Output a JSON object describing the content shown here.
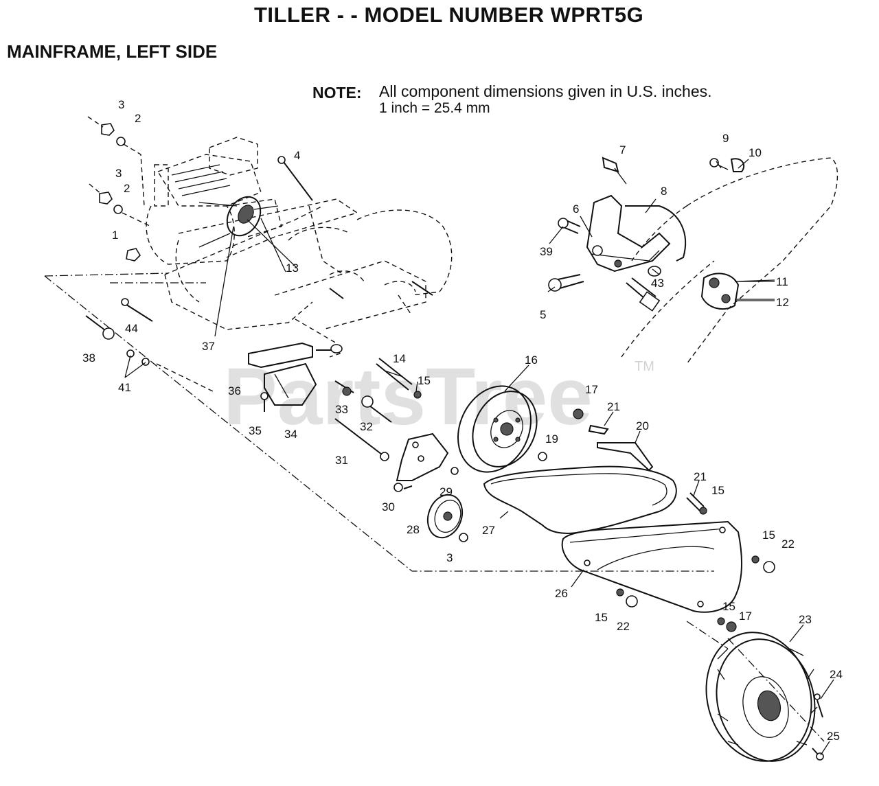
{
  "header": {
    "title": "TILLER - - MODEL NUMBER WPRT5G",
    "subtitle": "MAINFRAME, LEFT SIDE"
  },
  "note": {
    "label": "NOTE:",
    "line1": "All component dimensions given in U.S. inches.",
    "line2": "1 inch = 25.4 mm"
  },
  "watermark": {
    "text": "PartsTree",
    "tm": "TM"
  },
  "callouts": [
    {
      "id": "c3a",
      "text": "3"
    },
    {
      "id": "c2a",
      "text": "2"
    },
    {
      "id": "c3b",
      "text": "3"
    },
    {
      "id": "c2b",
      "text": "2"
    },
    {
      "id": "c4",
      "text": "4"
    },
    {
      "id": "c1",
      "text": "1"
    },
    {
      "id": "c13",
      "text": "13"
    },
    {
      "id": "c44",
      "text": "44"
    },
    {
      "id": "c38",
      "text": "38"
    },
    {
      "id": "c41",
      "text": "41"
    },
    {
      "id": "c37",
      "text": "37"
    },
    {
      "id": "c36",
      "text": "36"
    },
    {
      "id": "c35",
      "text": "35"
    },
    {
      "id": "c34",
      "text": "34"
    },
    {
      "id": "c33",
      "text": "33"
    },
    {
      "id": "c32",
      "text": "32"
    },
    {
      "id": "c31",
      "text": "31"
    },
    {
      "id": "c14",
      "text": "14"
    },
    {
      "id": "c15a",
      "text": "15"
    },
    {
      "id": "c16",
      "text": "16"
    },
    {
      "id": "c17a",
      "text": "17"
    },
    {
      "id": "c19",
      "text": "19"
    },
    {
      "id": "c21a",
      "text": "21"
    },
    {
      "id": "c20",
      "text": "20"
    },
    {
      "id": "c21b",
      "text": "21"
    },
    {
      "id": "c15b",
      "text": "15"
    },
    {
      "id": "c29",
      "text": "29"
    },
    {
      "id": "c30",
      "text": "30"
    },
    {
      "id": "c28",
      "text": "28"
    },
    {
      "id": "c3c",
      "text": "3"
    },
    {
      "id": "c27",
      "text": "27"
    },
    {
      "id": "c26",
      "text": "26"
    },
    {
      "id": "c15c",
      "text": "15"
    },
    {
      "id": "c22a",
      "text": "22"
    },
    {
      "id": "c15d",
      "text": "15"
    },
    {
      "id": "c22b",
      "text": "22"
    },
    {
      "id": "c15e",
      "text": "15"
    },
    {
      "id": "c17b",
      "text": "17"
    },
    {
      "id": "c23",
      "text": "23"
    },
    {
      "id": "c24",
      "text": "24"
    },
    {
      "id": "c25",
      "text": "25"
    },
    {
      "id": "c7",
      "text": "7"
    },
    {
      "id": "c9",
      "text": "9"
    },
    {
      "id": "c10",
      "text": "10"
    },
    {
      "id": "c8",
      "text": "8"
    },
    {
      "id": "c6",
      "text": "6"
    },
    {
      "id": "c39",
      "text": "39"
    },
    {
      "id": "c43",
      "text": "43"
    },
    {
      "id": "c5",
      "text": "5"
    },
    {
      "id": "c11",
      "text": "11"
    },
    {
      "id": "c12",
      "text": "12"
    }
  ]
}
